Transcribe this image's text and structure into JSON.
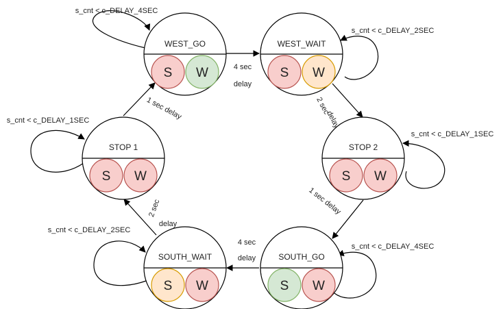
{
  "colors": {
    "red_fill": "#f8cecc",
    "red_stroke": "#b85450",
    "green_fill": "#d5e8d4",
    "green_stroke": "#82b366",
    "yellow_fill": "#ffe6cc",
    "yellow_stroke": "#d79b00",
    "line": "#000000"
  },
  "states": {
    "west_go": {
      "name": "WEST_GO",
      "s_label": "S",
      "w_label": "W",
      "s_color": "red",
      "w_color": "green",
      "self_loop": "s_cnt < c_DELAY_4SEC"
    },
    "west_wait": {
      "name": "WEST_WAIT",
      "s_label": "S",
      "w_label": "W",
      "s_color": "red",
      "w_color": "yellow",
      "self_loop": "s_cnt < c_DELAY_2SEC"
    },
    "stop_2": {
      "name": "STOP 2",
      "s_label": "S",
      "w_label": "W",
      "s_color": "red",
      "w_color": "red",
      "self_loop": "s_cnt < c_DELAY_1SEC"
    },
    "south_go": {
      "name": "SOUTH_GO",
      "s_label": "S",
      "w_label": "W",
      "s_color": "green",
      "w_color": "red",
      "self_loop": "s_cnt < c_DELAY_4SEC"
    },
    "south_wait": {
      "name": "SOUTH_WAIT",
      "s_label": "S",
      "w_label": "W",
      "s_color": "yellow",
      "w_color": "red",
      "self_loop": "s_cnt < c_DELAY_2SEC"
    },
    "stop_1": {
      "name": "STOP 1",
      "s_label": "S",
      "w_label": "W",
      "s_color": "red",
      "w_color": "red",
      "self_loop": "s_cnt < c_DELAY_1SEC"
    }
  },
  "transitions": {
    "west_go_to_west_wait": {
      "line1": "4 sec",
      "line2": "delay"
    },
    "west_wait_to_stop_2": {
      "line1": "2 sec",
      "line2": "delay"
    },
    "stop_2_to_south_go": {
      "label": "1 sec delay"
    },
    "south_go_to_south_wait": {
      "line1": "4 sec",
      "line2": "delay"
    },
    "south_wait_to_stop_1": {
      "line1": "2 sec",
      "line2": "delay"
    },
    "stop_1_to_west_go": {
      "label": "1 sec delay"
    }
  }
}
